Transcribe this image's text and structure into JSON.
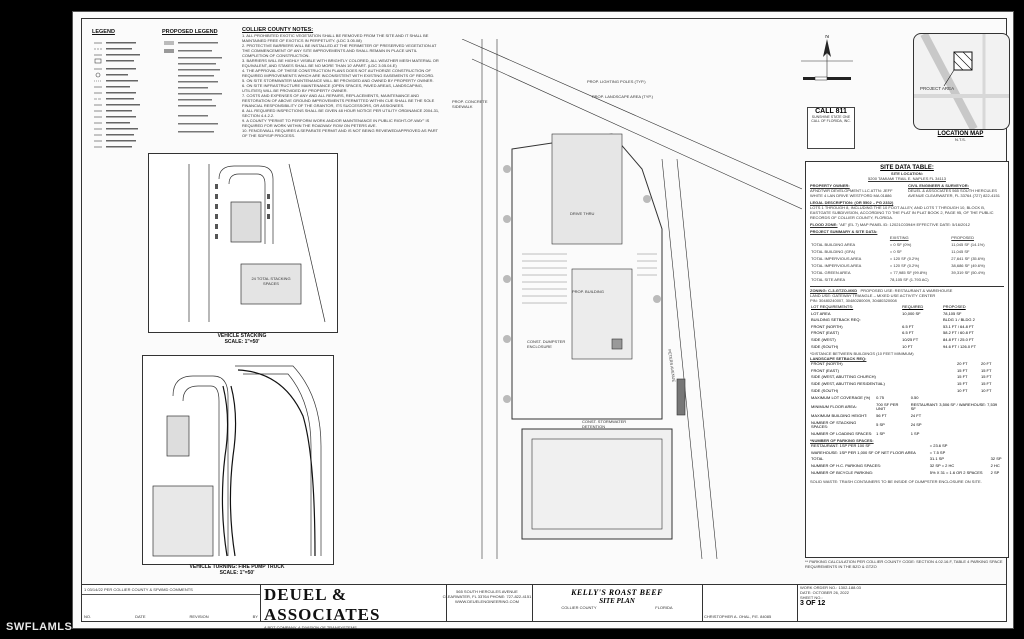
{
  "watermark": "SWFLAMLS",
  "legend": {
    "title": "LEGEND",
    "proposed_title": "PROPOSED LEGEND"
  },
  "notes": {
    "title": "COLLIER COUNTY NOTES:",
    "items": [
      "1. ALL PROHIBITED EXOTIC VEGETATION SHALL BE REMOVED FROM THE SITE AND IT SHALL BE MAINTAINED FREE OF EXOTICS IN PERPETUITY. (LDC 3.05.08)",
      "2. PROTECTIVE BARRIERS WILL BE INSTALLED AT THE PERIMETER OF PRESERVED VEGETATION AT THE COMMENCEMENT OF ANY SITE IMPROVEMENTS AND SHALL REMAIN IN PLACE UNTIL COMPLETION OF CONSTRUCTION.",
      "3. BARRIERS WILL BE HIGHLY VISIBLE WITH BRIGHTLY COLORED, ALL WEATHER MESH MATERIAL OR EQUIVALENT, AND STAKES SHALL BE NO MORE THAN 10' APART. (LDC 3.05.04.E)",
      "4. THE APPROVAL OF THESE CONSTRUCTION PLANS DOES NOT AUTHORIZE CONSTRUCTION OF REQUIRED IMPROVEMENTS WHICH ARE INCONSISTENT WITH EXISTING EASEMENTS OF RECORD.",
      "5. ON SITE STORMWATER MAINTENANCE WILL BE PROVIDED AND OWNED BY PROPERTY OWNER.",
      "6. ON SITE INFRASTRUCTURE MAINTENANCE (OPEN SPACES, PAVED AREAS, LANDSCAPING, UTILITIES) WILL BE PROVIDED BY PROPERTY OWNER.",
      "7. COSTS AND EXPENSES OF ANY AND ALL REPAIRS, REPLACEMENTS, MAINTENANCE AND RESTORATION OF ABOVE GROUND IMPROVEMENTS PERMITTED WITHIN CUE SHALL BE THE SOLE FINANCIAL RESPONSIBILITY OF THE GRANTOR, ITS SUCCESSORS, OR ASSIGNEES.",
      "8. ALL REQUIRED INSPECTIONS SHALL BE GIVEN 48 HOUR NOTICE PER UTILITY ORDINANCE 2004-31, SECTION 4.4.2.2.",
      "9. A COUNTY \"PERMIT TO PERFORM WORK AND/OR MAINTENANCE IN PUBLIC RIGHT-OF-WAY\" IS REQUIRED FOR WORK WITHIN THE ROADWAY ROW ON PETERS AVE.",
      "10. FENCE/WALL REQUIRES A SEPARATE PERMIT AND IS NOT BEING REVIEWED/APPROVED AS PART OF THE SDP/SIP PROCESS."
    ]
  },
  "insets": {
    "stacking_caption": "VEHICLE STACKING",
    "stacking_scale": "SCALE: 1\"=50'",
    "turning_caption": "VEHICLE TURNING: FIRE PUMP TRUCK",
    "turning_scale": "SCALE: 1\"=50'",
    "stacking_label": "24 TOTAL STACKING SPACES"
  },
  "site_labels": {
    "lot_line": "PROP. CONCRETE SIDEWALK",
    "peters_ave": "PETERS AVENUE",
    "building": "PROP. BUILDING",
    "stormwater": "CONST. STORMWATER DETENTION",
    "dumpster": "CONST. DUMPSTER ENCLOSURE",
    "lighting": "PROP. LIGHTING POLES (TYP.)",
    "landscape": "PROP. LANDSCAPE AREA (TYP.)",
    "drive_thru": "DRIVE THRU"
  },
  "location_map": {
    "title": "LOCATION MAP",
    "scale": "N.T.S.",
    "project_area": "PROJECT AREA",
    "call_title": "CALL 811",
    "call_sub": "SUNSHINE STATE ONE CALL OF FLORIDA, INC."
  },
  "site_data": {
    "title": "SITE DATA TABLE:",
    "location_label": "SITE LOCATION:",
    "address": "5200 TAMIAMI TRAIL E. NAPLES FL 34113",
    "owner_label": "PROPERTY OWNER:",
    "owner": "AFNDTWR DEVELOPMENT LLC ATTN: JEFF WHITE 4 LAN DRIVE WESTFORD MA 01886",
    "engineer_label": "CIVIL ENGINEER & SURVEYOR:",
    "engineer": "DEUEL & ASSOCIATES 565 SOUTH HERCULES AVENUE CLEARWATER, FL 33764 (727) 822-4151",
    "legal_label": "LEGAL DESCRIPTION: (OR 5502 – PG 2332)",
    "legal": "LOTS 1 THROUGH 8, INCLUDING THE 10 FOOT ALLEY, AND LOTS 7 THROUGH 10, BLOCK B, EASTGATE SUBDIVISION, ACCORDING TO THE PLAT IN PLAT BOOK 2, PAGE 95, OF THE PUBLIC RECORDS OF COLLIER COUNTY, FLORIDA.",
    "flood_label": "FLOOD ZONE:",
    "flood": "\"AE\" (EL 7) MAP PANEL ID: 12021C0394H EFFECTIVE DATE: 5/16/2012",
    "summary_label": "PROJECT SUMMARY & SITE DATA:",
    "summary_headers": [
      "",
      "EXISTING",
      "PROPOSED"
    ],
    "summary_rows": [
      [
        "TOTAL BUILDING AREA",
        "= 0 SF (0%)",
        "11,045 SF (14.1%)"
      ],
      [
        "TOTAL BUILDING (GFA)",
        "= 0 SF",
        "11,045 SF"
      ],
      [
        "TOTAL IMPERVIOUS AREA",
        "= 120 SF (0.2%)",
        "27,641 SF (35.6%)"
      ],
      [
        "TOTAL IMPERVIOUS AREA",
        "= 120 SF (0.2%)",
        "38,686 SF (49.6%)"
      ],
      [
        "TOTAL GREEN AREA",
        "= 77,985 SF (99.8%)",
        "39,319 SF (50.4%)"
      ],
      [
        "TOTAL SITE AREA",
        "78,105 SF (1.793 AC)",
        ""
      ]
    ],
    "zoning_label": "ZONING: C-3-GTZO-MXD",
    "proposed_use": "PROPOSED USE: RESTAURANT & WAREHOUSE",
    "land_use": "LAND USE: GATEWAY TRIANGLE – MIXED USE ACTIVITY CENTER",
    "pin": "PIN: 30480240007, 30480280009, 30480320008",
    "lot_headers": [
      "LOT REQUIREMENTS:",
      "REQUIRED",
      "PROPOSED"
    ],
    "lot_rows": [
      [
        "LOT AREA",
        "10,000 SF",
        "78,105 SF"
      ],
      [
        "BUILDING SETBACK REQ:",
        "",
        "BLDG 1 / BLDG 2"
      ],
      [
        "FRONT (NORTH)",
        "6.5 FT",
        "53.1 FT / 64.8 FT"
      ],
      [
        "FRONT (EAST)",
        "6.5 FT",
        "58.2 FT / 60.8 FT"
      ],
      [
        "SIDE (WEST)",
        "10/25 FT",
        "84.8 FT / 25.0 FT"
      ],
      [
        "SIDE (SOUTH)",
        "10 FT",
        "94.6 FT / 126.0 FT"
      ]
    ],
    "separation": "*DISTANCE BETWEEN BUILDINGS (10 FEET MINIMUM)",
    "landscape_label": "LANDSCAPE SETBACK REQ:",
    "landscape_rows": [
      [
        "FRONT (NORTH)",
        "20 FT",
        "20 FT"
      ],
      [
        "FRONT (EAST)",
        "15 FT",
        "15 FT"
      ],
      [
        "SIDE (WEST, ABUTTING CHURCH)",
        "15 FT",
        "15 FT"
      ],
      [
        "SIDE (WEST, ABUTTING RESIDENTIAL)",
        "15 FT",
        "15 FT"
      ],
      [
        "SIDE (SOUTH)",
        "10 FT",
        "10 FT"
      ]
    ],
    "coverage_rows": [
      [
        "MAXIMUM LOT COVERAGE (%)",
        "0.75",
        "0.50"
      ],
      [
        "MINIMUM FLOOR AREA:",
        "700 SF PER UNIT",
        "RESTAURANT: 3,506 SF / WAREHOUSE: 7,539 SF"
      ],
      [
        "MAXIMUM BUILDING HEIGHT:",
        "56 FT",
        "24 FT"
      ],
      [
        "NUMBER OF STACKING SPACES:",
        "5 SP",
        "24 SP"
      ],
      [
        "NUMBER OF LOADING SPACES:",
        "1 SP",
        "1 SP"
      ]
    ],
    "parking_label": "*NUMBER OF PARKING SPACES:",
    "parking_rows": [
      [
        "RESTAURANT: 1SP PER 100 SF",
        "= 23.6 SP"
      ],
      [
        "WAREHOUSE: 1SP PER 1,000 SF OF NET FLOOR AREA",
        "= 7.5 SP"
      ],
      [
        "TOTAL",
        "31.1 SP",
        "32 SP"
      ],
      [
        "NUMBER OF H.C. PARKING SPACES:",
        "32 SP = 2 HC",
        "2 HC"
      ],
      [
        "NUMBER OF BICYCLE PARKING:",
        "5% X 31 = 1.6 OR 2 SPACES",
        "2 SP"
      ]
    ],
    "solid_waste": "SOLID WASTE: TRASH CONTAINERS TO BE INSIDE OF DUMPSTER ENCLOSURE ON SITE.",
    "footnote": "** PARKING CALCULATION PER COLLIER COUNTY CODE: SECTION 4.02.16.F, TABLE 4 PARKING SPACE REQUIREMENTS IN THE BZO & GTZO"
  },
  "title_block": {
    "rev_row": "1  03/14/22  PER COLLIER COUNTY & SFWMD COMMENTS",
    "rev_headers": [
      "NO.",
      "DATE",
      "REVISION",
      "BY"
    ],
    "firm": "DEUEL & ASSOCIATES",
    "firm_sub": "A BDT COMPANY, A DIVISION OF TRANSYSTEMS",
    "firm_address": "565 SOUTH HERCULES AVENUE CLEARWATER, FL 33764 PHONE: 727-822-4151 WWW.DEUELENGINEERING.COM",
    "project_title": "KELLY'S ROAST BEEF",
    "project_sub": "SITE PLAN",
    "county": "COLLIER COUNTY",
    "state": "FLORIDA",
    "engineer_name": "CHRISTOPHER A. OHAL, P.E. 84085",
    "job_no": "WORK ORDER NO.: 1302-188.03",
    "date": "DATE: OCTOBER 26, 2022",
    "sheet": "3 OF 12",
    "sheet_label": "SHEET NO.:"
  }
}
